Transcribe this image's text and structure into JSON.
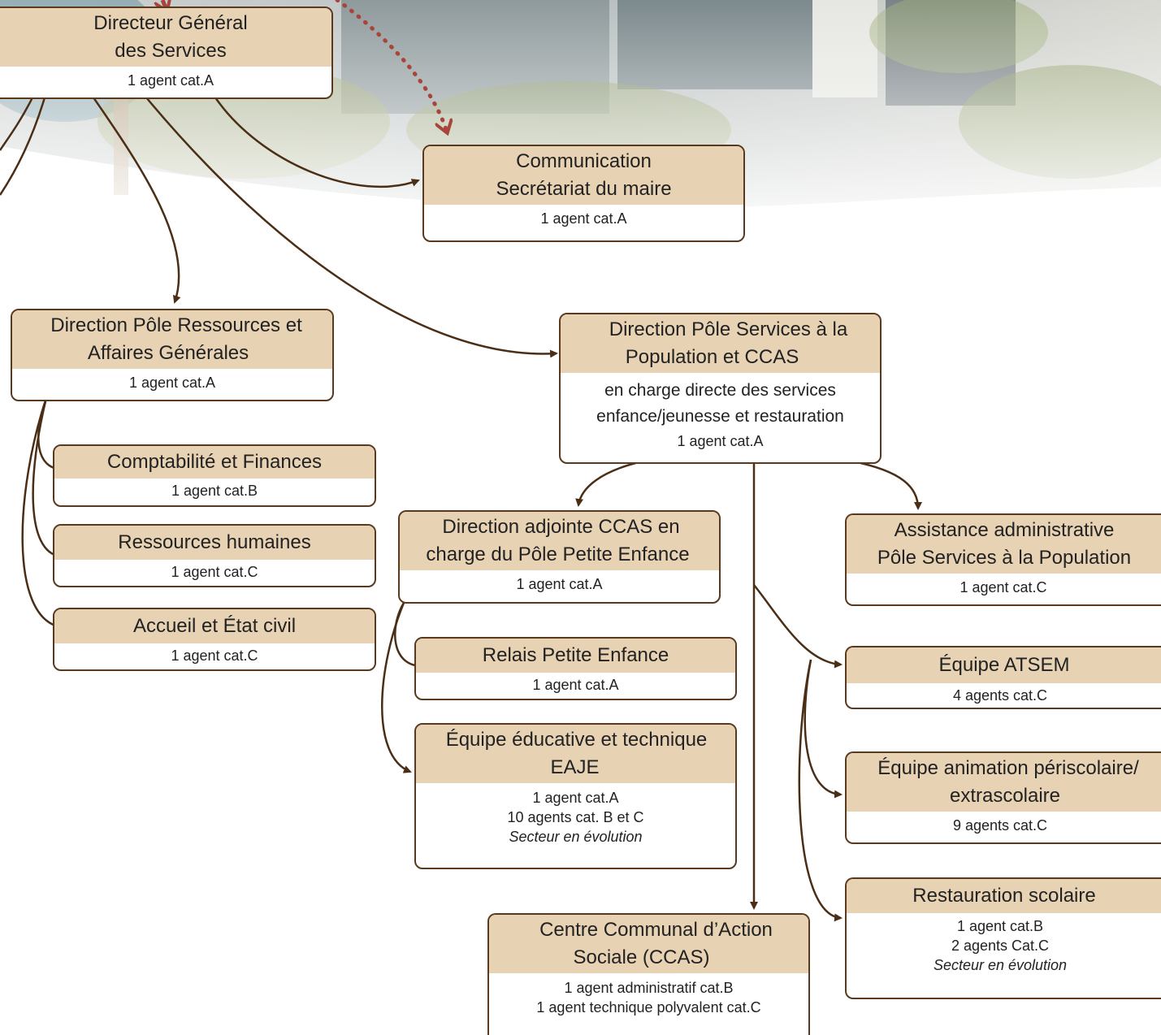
{
  "org": {
    "dgs": {
      "title": "Directeur Général des Services",
      "agents": "1 agent cat.A"
    },
    "communication": {
      "title_line1": "Communication",
      "title_line2": "Secrétariat du maire",
      "agents": "1 agent cat.A"
    },
    "ressources": {
      "title": "Direction Pôle Ressources et Affaires Générales",
      "agents": "1 agent cat.A"
    },
    "comptabilite": {
      "title": "Comptabilité et Finances",
      "agents": "1 agent cat.B"
    },
    "rh": {
      "title": "Ressources humaines",
      "agents": "1 agent cat.C"
    },
    "accueil": {
      "title": "Accueil et État civil",
      "agents": "1 agent cat.C"
    },
    "services_population": {
      "title": "Direction Pôle Services à la Population et CCAS",
      "description": "en charge directe des services enfance/jeunesse et restauration",
      "agents": "1 agent cat.A"
    },
    "adjointe_ccas": {
      "title": "Direction adjointe CCAS en charge du Pôle Petite Enfance",
      "agents": "1 agent cat.A"
    },
    "relais": {
      "title": "Relais Petite Enfance",
      "agents": "1 agent cat.A"
    },
    "eaje": {
      "title": "Équipe éducative et technique EAJE",
      "line1": "1 agent cat.A",
      "line2": "10 agents cat. B et C",
      "note": "Secteur en évolution"
    },
    "ccas": {
      "title": "Centre Communal d’Action Sociale (CCAS)",
      "line1": "1 agent administratif cat.B",
      "line2": "1 agent technique polyvalent cat.C"
    },
    "assistance": {
      "title_line1": "Assistance administrative",
      "title_line2": "Pôle Services à la Population",
      "agents": "1 agent cat.C"
    },
    "atsem": {
      "title": "Équipe ATSEM",
      "agents": "4 agents cat.C"
    },
    "periscolaire": {
      "title": "Équipe animation périscolaire/ extrascolaire",
      "agents": "9 agents cat.C"
    },
    "restauration": {
      "title": "Restauration scolaire",
      "line1": "1 agent cat.B",
      "line2": "2 agents Cat.C",
      "note": "Secteur en évolution"
    }
  },
  "colors": {
    "header": "#e8d2b4",
    "border": "#5a3a1e",
    "connector": "#4a2e16",
    "dotted_connector": "#a8443a"
  }
}
